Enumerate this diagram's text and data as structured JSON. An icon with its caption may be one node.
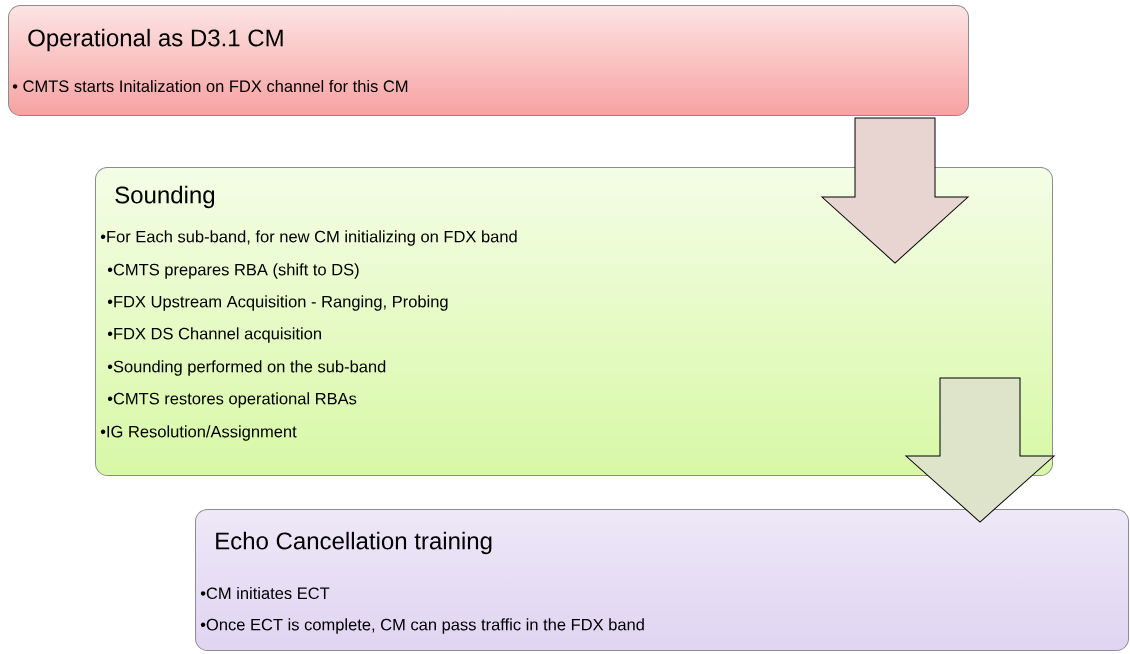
{
  "diagram": {
    "nodes": [
      {
        "text": [
          "Operational as D3.1 CM",
          "• CMTS starts Initalization on FDX channel for this CM"
        ]
      },
      {
        "text": [
          "Sounding",
          "•For Each sub-band, for new CM initializing on FDX band",
          "•CMTS prepares RBA (shift to DS)",
          "•FDX Upstream Acquisition - Ranging, Probing",
          "•FDX DS Channel acquisition",
          "•Sounding performed on the sub-band",
          "•CMTS restores operational RBAs",
          "•IG Resolution/Assignment"
        ]
      },
      {
        "text": [
          "Echo Cancellation training",
          "•CM initiates ECT",
          "•Once ECT is complete, CM can pass traffic in the FDX band"
        ]
      }
    ],
    "edges": [
      {
        "from": 0,
        "to": 1,
        "arrow": "to"
      },
      {
        "from": 1,
        "to": 2,
        "arrow": "to"
      }
    ]
  }
}
